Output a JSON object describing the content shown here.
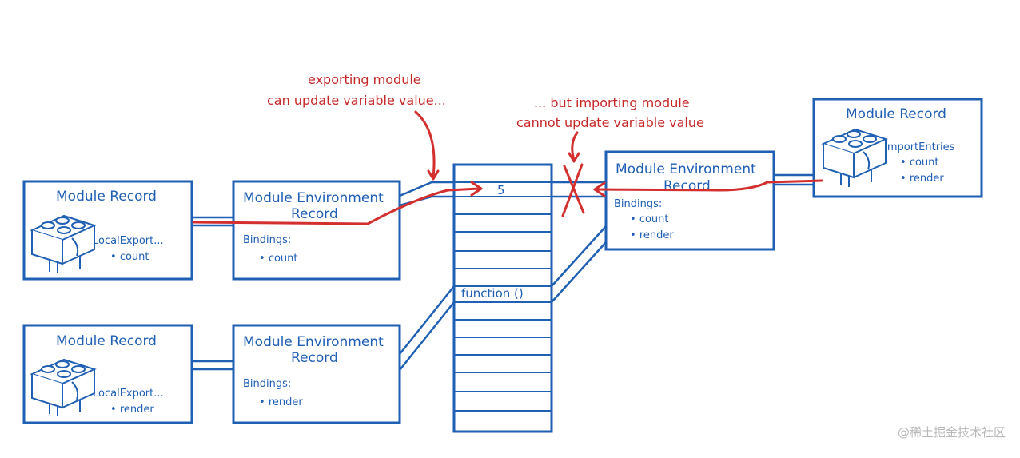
{
  "colors": {
    "blue": "#1f5fb4",
    "red": "#d32f2f",
    "watermark": "#b9b9b9"
  },
  "records": [
    {
      "title": "Module Record",
      "entries_label": "LocalExport...",
      "item": "count"
    },
    {
      "title": "Module Record",
      "entries_label": "LocalExport...",
      "item": "render"
    },
    {
      "title": "Module Record",
      "entries_label": "ImportEntries",
      "items": [
        "count",
        "render"
      ]
    }
  ],
  "env_records": [
    {
      "title_line1": "Module Environment",
      "title_line2": "Record",
      "bindings_label": "Bindings:",
      "items": [
        "count"
      ]
    },
    {
      "title_line1": "Module Environment",
      "title_line2": "Record",
      "bindings_label": "Bindings:",
      "items": [
        "render"
      ]
    },
    {
      "title_line1": "Module Environment",
      "title_line2": "Record",
      "bindings_label": "Bindings:",
      "items": [
        "count",
        "render"
      ]
    }
  ],
  "memory": {
    "value": "5",
    "function_label": "function ()"
  },
  "annotations": {
    "export_line1": "exporting module",
    "export_line2": "can update variable value...",
    "import_line1": "... but importing module",
    "import_line2": "cannot update variable value"
  },
  "watermark": "@稀土掘金技术社区"
}
